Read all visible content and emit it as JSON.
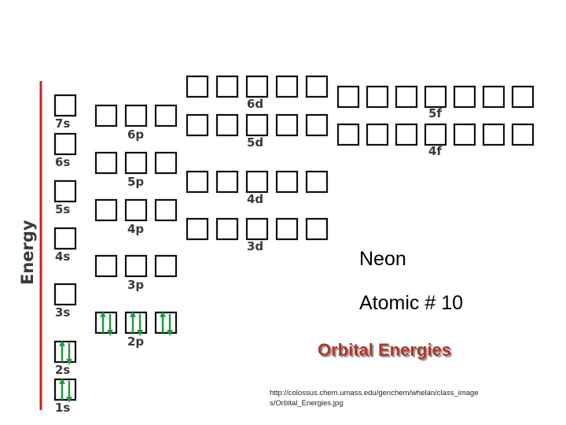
{
  "axis": {
    "label": "Energy",
    "color": "#cc2222"
  },
  "diagram_title": "Orbital Energies",
  "electron_color": "#1e9a3c",
  "element": {
    "name": "Neon",
    "atomic_number_text": "Atomic # 10"
  },
  "source_credit": "http://colossus.chem.umass.edu/genchem/whelan/class_images/Orbital_Energies.jpg",
  "orbitals": [
    {
      "label": "1s",
      "boxes": 1,
      "electrons": [
        2
      ]
    },
    {
      "label": "2s",
      "boxes": 1,
      "electrons": [
        2
      ]
    },
    {
      "label": "2p",
      "boxes": 3,
      "electrons": [
        2,
        2,
        2
      ]
    },
    {
      "label": "3s",
      "boxes": 1,
      "electrons": [
        0
      ]
    },
    {
      "label": "3p",
      "boxes": 3,
      "electrons": [
        0,
        0,
        0
      ]
    },
    {
      "label": "3d",
      "boxes": 5,
      "electrons": [
        0,
        0,
        0,
        0,
        0
      ]
    },
    {
      "label": "4s",
      "boxes": 1,
      "electrons": [
        0
      ]
    },
    {
      "label": "4p",
      "boxes": 3,
      "electrons": [
        0,
        0,
        0
      ]
    },
    {
      "label": "4d",
      "boxes": 5,
      "electrons": [
        0,
        0,
        0,
        0,
        0
      ]
    },
    {
      "label": "4f",
      "boxes": 7,
      "electrons": [
        0,
        0,
        0,
        0,
        0,
        0,
        0
      ]
    },
    {
      "label": "5s",
      "boxes": 1,
      "electrons": [
        0
      ]
    },
    {
      "label": "5p",
      "boxes": 3,
      "electrons": [
        0,
        0,
        0
      ]
    },
    {
      "label": "5d",
      "boxes": 5,
      "electrons": [
        0,
        0,
        0,
        0,
        0
      ]
    },
    {
      "label": "5f",
      "boxes": 7,
      "electrons": [
        0,
        0,
        0,
        0,
        0,
        0,
        0
      ]
    },
    {
      "label": "6s",
      "boxes": 1,
      "electrons": [
        0
      ]
    },
    {
      "label": "6p",
      "boxes": 3,
      "electrons": [
        0,
        0,
        0
      ]
    },
    {
      "label": "6d",
      "boxes": 5,
      "electrons": [
        0,
        0,
        0,
        0,
        0
      ]
    },
    {
      "label": "7s",
      "boxes": 1,
      "electrons": [
        0
      ]
    }
  ]
}
